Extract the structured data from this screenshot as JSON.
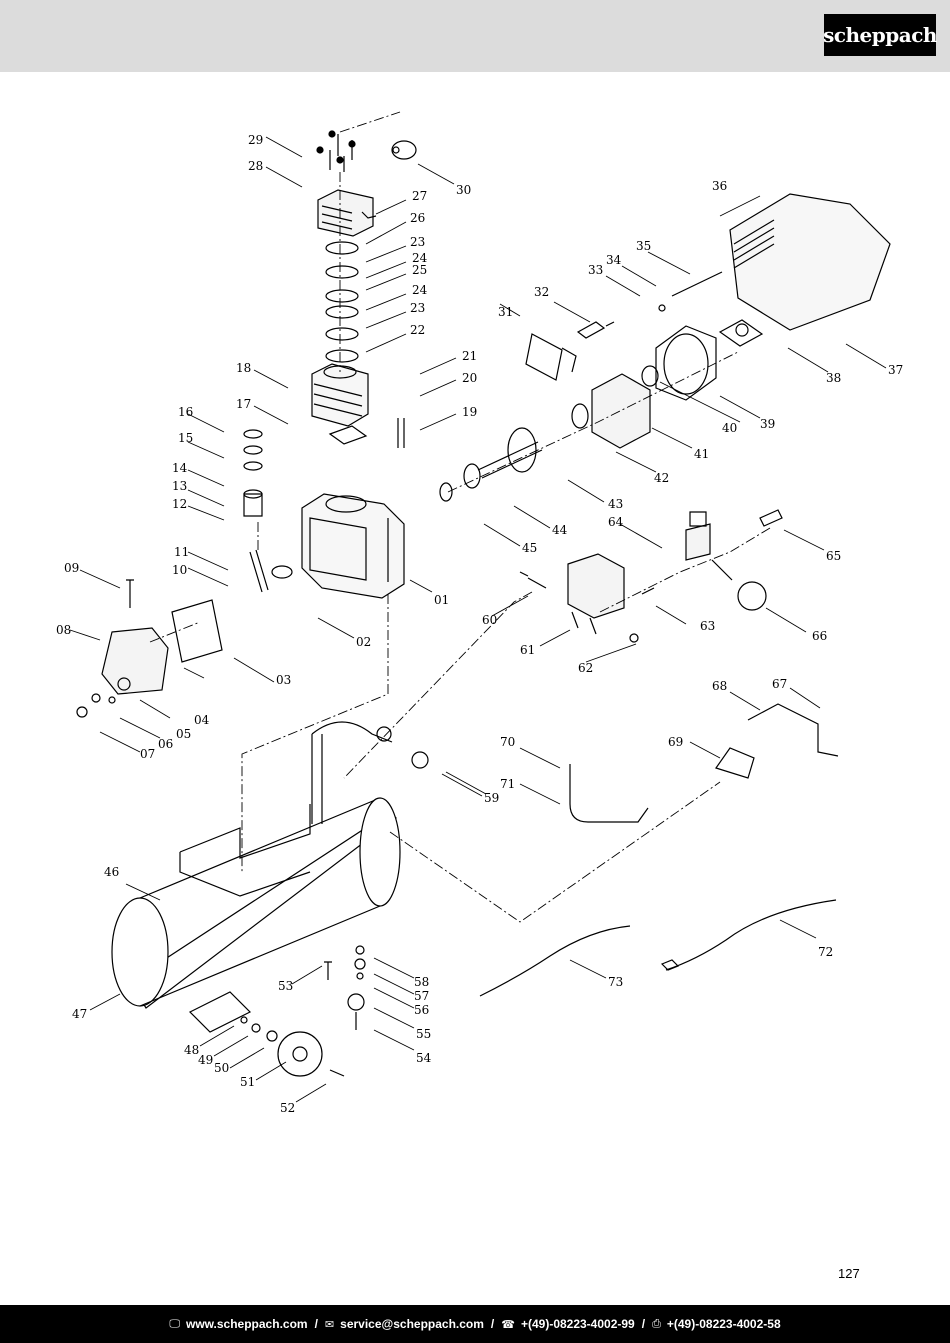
{
  "header": {
    "brand": "scheppach"
  },
  "page": {
    "number": "127"
  },
  "footer": {
    "website": "www.scheppach.com",
    "email": "service@scheppach.com",
    "phone": "+(49)-08223-4002-99",
    "fax": "+(49)-08223-4002-58",
    "separator": "/",
    "icons": [
      "computer-icon",
      "mail-icon",
      "phone-icon",
      "fax-icon"
    ]
  },
  "diagram": {
    "callouts": [
      "01",
      "02",
      "03",
      "04",
      "05",
      "06",
      "07",
      "08",
      "09",
      "10",
      "11",
      "12",
      "13",
      "14",
      "15",
      "16",
      "17",
      "18",
      "19",
      "20",
      "21",
      "22",
      "23",
      "24",
      "25",
      "24",
      "23",
      "26",
      "27",
      "28",
      "29",
      "30",
      "31",
      "32",
      "33",
      "34",
      "35",
      "36",
      "37",
      "38",
      "39",
      "40",
      "41",
      "42",
      "43",
      "44",
      "45",
      "46",
      "47",
      "48",
      "49",
      "50",
      "51",
      "52",
      "53",
      "54",
      "55",
      "56",
      "57",
      "58",
      "59",
      "60",
      "61",
      "62",
      "63",
      "64",
      "65",
      "66",
      "67",
      "68",
      "69",
      "70",
      "71",
      "72",
      "73"
    ]
  }
}
